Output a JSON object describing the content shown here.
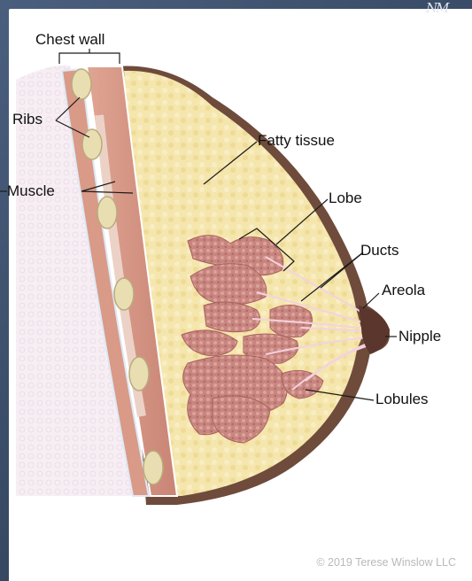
{
  "labels": {
    "chest_wall": "Chest wall",
    "ribs": "Ribs",
    "muscle": "Muscle",
    "fatty_tissue": "Fatty tissue",
    "lobe": "Lobe",
    "ducts": "Ducts",
    "areola": "Areola",
    "nipple": "Nipple",
    "lobules": "Lobules"
  },
  "copyright": "© 2019 Terese Winslow LLC",
  "colors": {
    "frame": "#3b4e6a",
    "fat": "#f4e3a6",
    "lobule": "#cc8b86",
    "muscle": "#d89c8a",
    "skin": "#6e4a3a",
    "rib": "#e8dcb0"
  }
}
